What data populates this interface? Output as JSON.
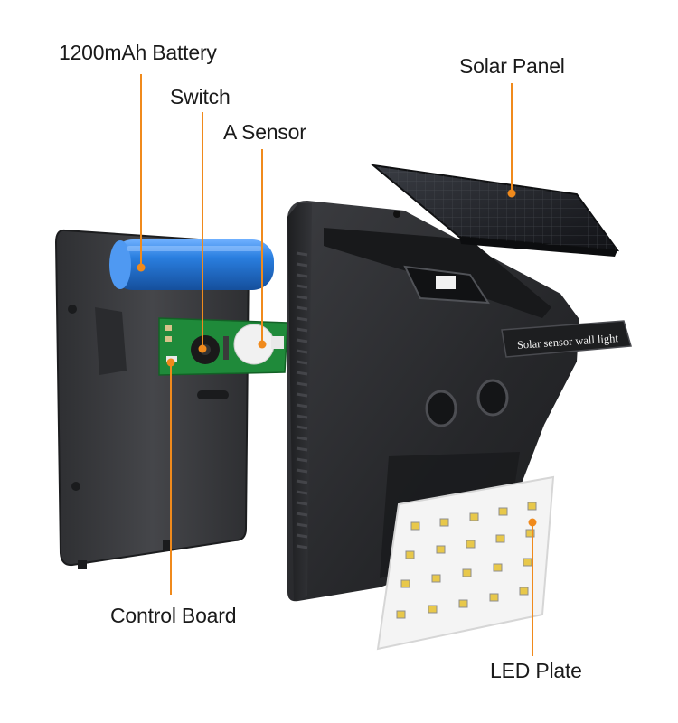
{
  "labels": {
    "battery": "1200mAh Battery",
    "switch": "Switch",
    "sensor": "A Sensor",
    "solar_panel": "Solar Panel",
    "control_board": "Control Board",
    "led_plate": "LED Plate"
  },
  "housing_tag": "Solar sensor wall light",
  "colors": {
    "callout": "#f08a1c",
    "housing": "#2b2c2f",
    "back_plate": "#3a3b3e",
    "battery": "#1f6fd0",
    "pcb": "#1f8a3a",
    "led_plate": "#f4f4f4",
    "led_chip": "#e8c84a"
  },
  "icons": {
    "callout_dot": "orange-dot"
  }
}
